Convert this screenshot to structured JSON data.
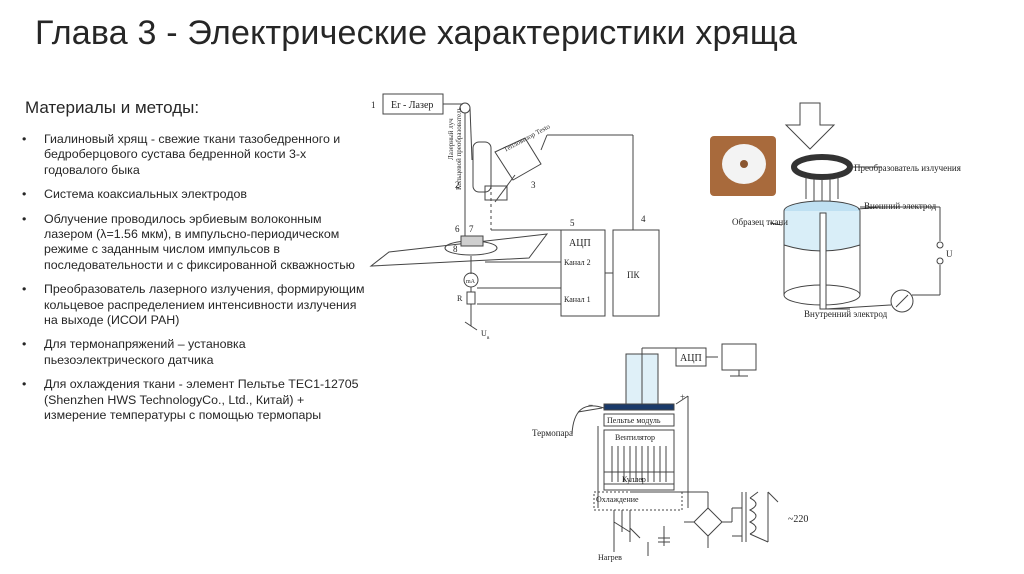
{
  "slide": {
    "title": "Глава 3 - Электрические характеристики хряща",
    "subtitle": "Материалы и методы:",
    "bullets": [
      "Гиалиновый хрящ - свежие ткани тазобедренного и бедроберцового сустава бедренной кости 3-х годовалого быка",
      "Система коаксиальных электродов",
      "Облучение проводилось эрбиевым волоконным лазером (λ=1.56 мкм), в импульсно-периодическом режиме с заданным числом импульсов в последовательности и с фиксированной скважностью",
      "Преобразователь лазерного излучения, формирующим кольцевое распределением интенсивности излучения на выходе (ИСОИ РАН)",
      "Для термонапряжений – установка пьезоэлектрического датчика",
      "Для охлаждения ткани - элемент Пельтье TEC1-12705 (Shenzhen HWS TechnologyCo., Ltd., Китай) + измерение температуры с помощью термопары"
    ]
  },
  "fig1": {
    "laser": "Er - Лазер",
    "n1": "1",
    "n2": "2",
    "n3": "3",
    "n4": "4",
    "n5": "5",
    "n6": "6",
    "n7": "7",
    "n8": "8",
    "fiber_label": "Лазерный луч",
    "cap_label": "Кольцевой преобразователь",
    "thermo": "Тепловизор Testo",
    "adc": "АЦП",
    "ch2": "Канал 2",
    "ch1": "Канал 1",
    "pc": "ПК",
    "ma": "mA",
    "r": "R",
    "u": "U",
    "u_sub": "в"
  },
  "fig2": {
    "converter": "Преобразователь излучения",
    "outer": "Внешний электрод",
    "sample": "Образец ткани",
    "inner": "Внутренний электрод",
    "u": "U"
  },
  "fig3": {
    "adc": "АЦП",
    "thermocouple": "Термопара",
    "peltier": "Пельтье модуль",
    "fan": "Вентилятор",
    "cooler": "Куллер",
    "cooling": "Охлаждение",
    "heating": "Нагрев",
    "voltage": "~220",
    "plus": "+",
    "minus": "−"
  }
}
